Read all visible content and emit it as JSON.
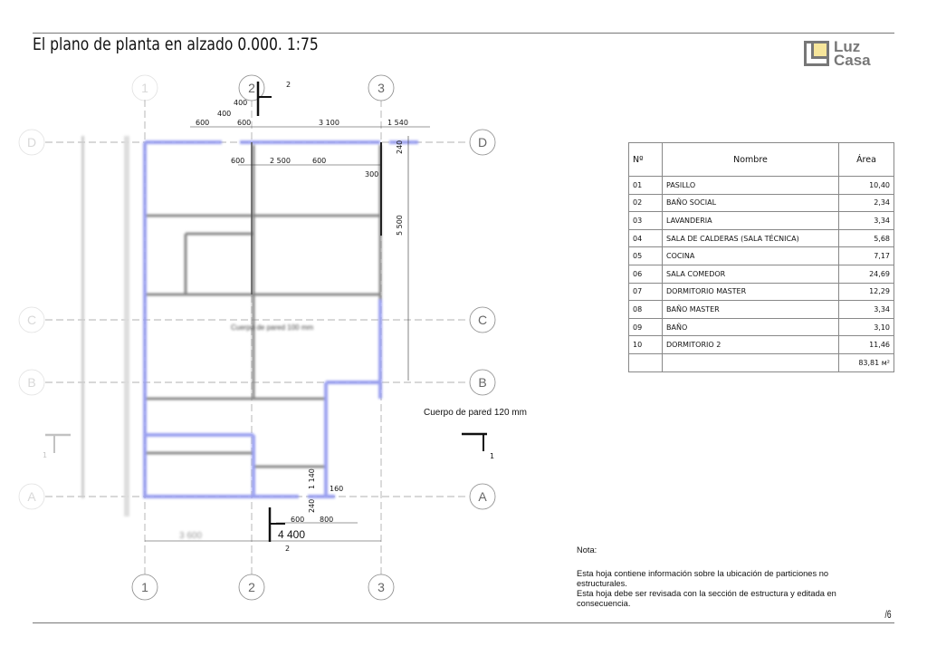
{
  "header": {
    "title": "El plano de planta en alzado 0.000. 1:75"
  },
  "logo": {
    "line1": "Luz",
    "line2": "Casa"
  },
  "plan": {
    "grid_columns": [
      "1",
      "2",
      "3"
    ],
    "grid_rows": [
      "D",
      "C",
      "B",
      "A"
    ],
    "dimensions": {
      "top_600a": "600",
      "top_400a": "400",
      "top_400b": "400",
      "top_600b": "600",
      "top_3100": "3 100",
      "top_1540": "1 540",
      "inner_600a": "600",
      "inner_2500": "2 500",
      "inner_600b": "600",
      "inner_300": "300",
      "right_240": "240",
      "right_5500": "5 500",
      "bottom_160": "160",
      "bottom_1140": "1 140",
      "bottom_240": "240",
      "bottom_600": "600",
      "bottom_800": "800",
      "bottom_4400": "4 400",
      "bottom_3600": "3 600"
    },
    "section_marks": {
      "top": "2",
      "bottom": "2",
      "right": "1",
      "left": "1"
    },
    "annotations": {
      "wall_100": "Cuerpo de pared 100 mm",
      "wall_120": "Cuerpo de pared 120 mm"
    }
  },
  "table": {
    "headers": [
      "Nº",
      "Nombre",
      "Área"
    ],
    "rows": [
      [
        "01",
        "PASILLO",
        "10,40"
      ],
      [
        "02",
        "BAÑO SOCIAL",
        "2,34"
      ],
      [
        "03",
        "LAVANDERIA",
        "3,34"
      ],
      [
        "04",
        "SALA DE CALDERAS (SALA TÉCNICA)",
        "5,68"
      ],
      [
        "05",
        "COCINA",
        "7,17"
      ],
      [
        "06",
        "SALA COMEDOR",
        "24,69"
      ],
      [
        "07",
        "DORMITORIO MASTER",
        "12,29"
      ],
      [
        "08",
        "BAÑO MASTER",
        "3,34"
      ],
      [
        "09",
        "BAÑO",
        "3,10"
      ],
      [
        "10",
        "DORMITORIO 2",
        "11,46"
      ]
    ],
    "total": "83,81 м²"
  },
  "notes": {
    "label": "Nota:",
    "line1": "Esta hoja contiene información sobre la ubicación de particiones no estructurales.",
    "line2": "Esta hoja debe ser revisada con la sección de estructura y editada en consecuencia."
  },
  "footer": {
    "page": "/6"
  }
}
